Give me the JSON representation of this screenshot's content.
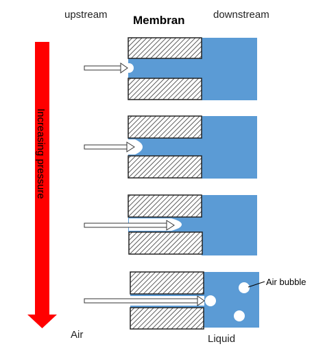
{
  "labels": {
    "upstream": "upstream",
    "membrane": "Membran",
    "downstream": "downstream",
    "pressure_axis": "Increasing pressure",
    "air": "Air",
    "liquid": "Liquid",
    "air_bubble": "Air bubble"
  },
  "colors": {
    "liquid": "#5b9bd5",
    "pressure_arrow": "#ff0000",
    "membrane_hatch": "#333333",
    "air": "#ffffff"
  },
  "stages": [
    {
      "step": 1,
      "meniscus": "at pore entrance"
    },
    {
      "step": 2,
      "meniscus": "pushed into pore"
    },
    {
      "step": 3,
      "meniscus": "near pore exit"
    },
    {
      "step": 4,
      "meniscus": "bubbles released downstream"
    }
  ]
}
